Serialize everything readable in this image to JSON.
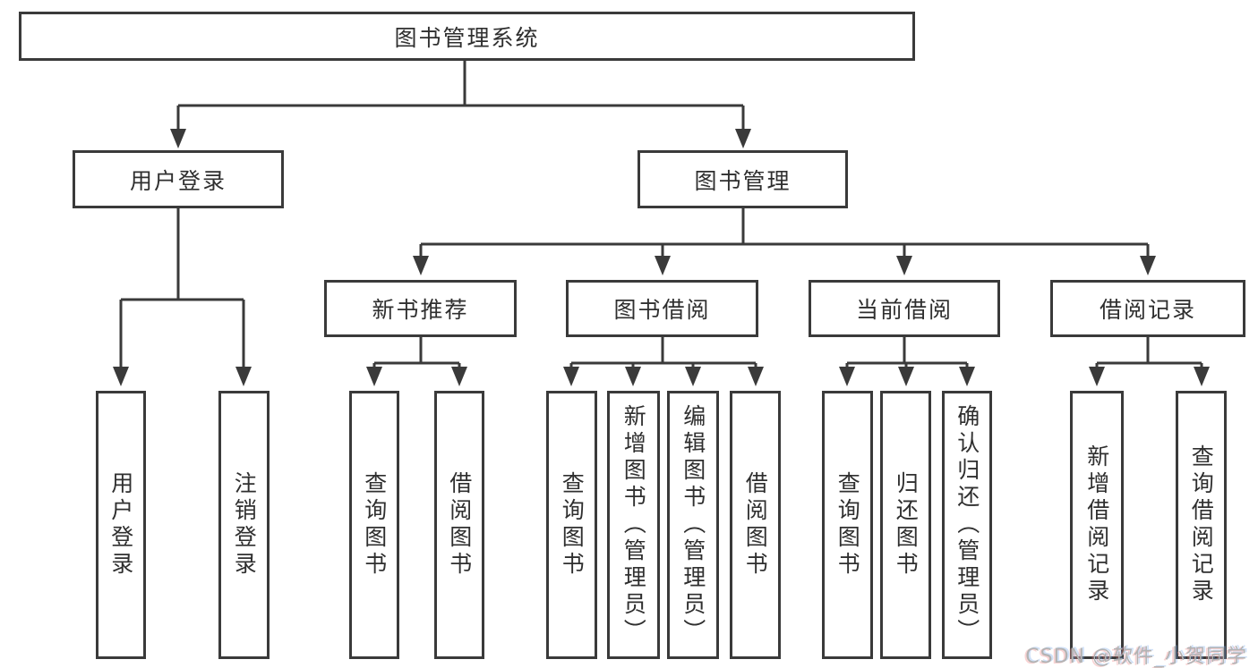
{
  "diagram": {
    "root": "图书管理系统",
    "level2": [
      "用户登录",
      "图书管理"
    ],
    "level3": [
      "新书推荐",
      "图书借阅",
      "当前借阅",
      "借阅记录"
    ],
    "leaves": {
      "user_login": [
        "用户登录",
        "注销登录"
      ],
      "new_book_rec": [
        "查询图书",
        "借阅图书"
      ],
      "book_borrow": [
        "查询图书",
        "新增图书（管理员）",
        "编辑图书（管理员）",
        "借阅图书"
      ],
      "current_borrow": [
        "查询图书",
        "归还图书",
        "确认归还（管理员）"
      ],
      "borrow_record": [
        "新增借阅记录",
        "查询借阅记录"
      ]
    }
  },
  "watermark": "CSDN @软件_小贺同学",
  "colors": {
    "line": "#3a3a3a",
    "text": "#2f2f2f",
    "watermark": "#b3b3b3",
    "background": "#ffffff"
  }
}
